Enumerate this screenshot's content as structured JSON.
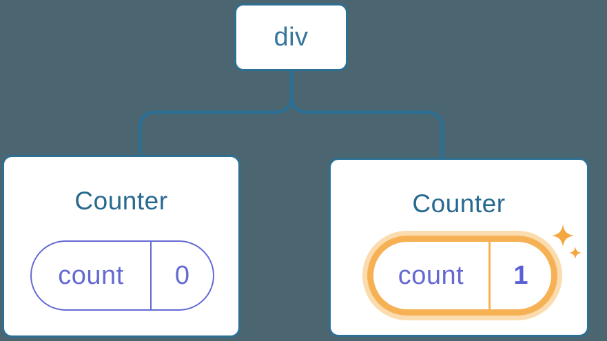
{
  "diagram": {
    "description": "React component tree with state",
    "root": {
      "label": "div"
    },
    "children": [
      {
        "title": "Counter",
        "state": {
          "key": "count",
          "value": "0"
        },
        "highlighted": false
      },
      {
        "title": "Counter",
        "state": {
          "key": "count",
          "value": "1"
        },
        "highlighted": true
      }
    ],
    "icons": {
      "sparkle": "four-point-star"
    },
    "colors": {
      "background": "#4C6671",
      "line": "#2D6F93",
      "node_fill": "#FFFFFF",
      "root_text": "#36759C",
      "title_text": "#27698F",
      "state_purple": "#6469D2",
      "state_value_bold": "#5A5FD6",
      "highlight_orange": "#F6B155",
      "highlight_glow": "#FBDCAE",
      "sparkle": "#F4A63F"
    }
  }
}
